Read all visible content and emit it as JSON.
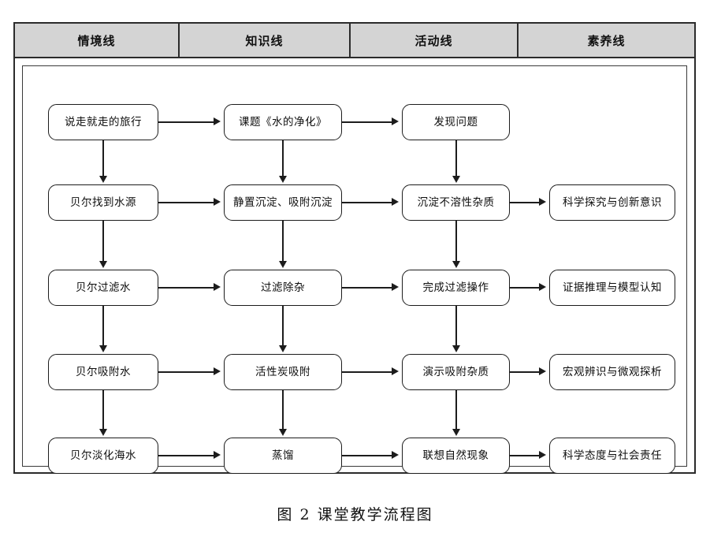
{
  "figure": {
    "caption": "图 2  课堂教学流程图"
  },
  "columns": [
    {
      "id": "situation",
      "label": "情境线"
    },
    {
      "id": "knowledge",
      "label": "知识线"
    },
    {
      "id": "activity",
      "label": "活动线"
    },
    {
      "id": "literacy",
      "label": "素养线"
    }
  ],
  "chart_data": {
    "type": "diagram",
    "title": "图 2  课堂教学流程图",
    "lanes": [
      "情境线",
      "知识线",
      "活动线",
      "素养线"
    ],
    "rows": [
      {
        "situation": "说走就走的旅行",
        "knowledge": "课题《水的净化》",
        "activity": "发现问题",
        "literacy": ""
      },
      {
        "situation": "贝尔找到水源",
        "knowledge": "静置沉淀、吸附沉淀",
        "activity": "沉淀不溶性杂质",
        "literacy": "科学探究与创新意识"
      },
      {
        "situation": "贝尔过滤水",
        "knowledge": "过滤除杂",
        "activity": "完成过滤操作",
        "literacy": "证据推理与模型认知"
      },
      {
        "situation": "贝尔吸附水",
        "knowledge": "活性炭吸附",
        "activity": "演示吸附杂质",
        "literacy": "宏观辨识与微观探析"
      },
      {
        "situation": "贝尔淡化海水",
        "knowledge": "蒸馏",
        "activity": "联想自然现象",
        "literacy": "科学态度与社会责任"
      }
    ],
    "edges_horizontal": "每行从左到右依次相连（情境线→知识线→活动线→素养线）",
    "edges_vertical": "情境线、知识线、活动线三列内各行自上而下相连"
  },
  "nodes": {
    "r1c1": "说走就走的旅行",
    "r1c2": "课题《水的净化》",
    "r1c3": "发现问题",
    "r2c1": "贝尔找到水源",
    "r2c2": "静置沉淀、吸附沉淀",
    "r2c3": "沉淀不溶性杂质",
    "r2c4": "科学探究与创新意识",
    "r3c1": "贝尔过滤水",
    "r3c2": "过滤除杂",
    "r3c3": "完成过滤操作",
    "r3c4": "证据推理与模型认知",
    "r4c1": "贝尔吸附水",
    "r4c2": "活性炭吸附",
    "r4c3": "演示吸附杂质",
    "r4c4": "宏观辨识与微观探析",
    "r5c1": "贝尔淡化海水",
    "r5c2": "蒸馏",
    "r5c3": "联想自然现象",
    "r5c4": "科学态度与社会责任"
  },
  "colors": {
    "header_bg": "#d4d4d4",
    "border": "#1c1c1c",
    "node_bg": "#ffffff",
    "page_bg": "#ffffff"
  }
}
